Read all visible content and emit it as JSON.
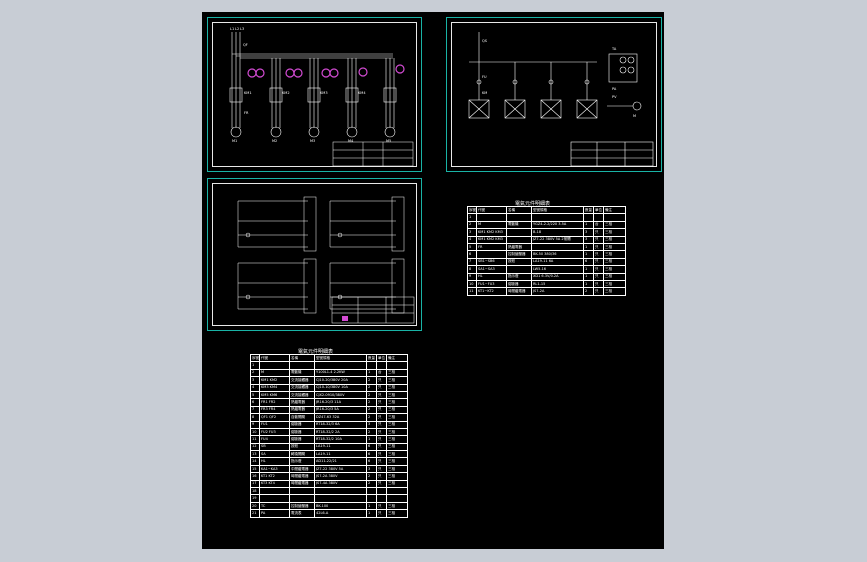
{
  "app": {
    "background": "#c8cdd5",
    "canvas_background": "#000000",
    "border_color": "#19b3a6"
  },
  "sheet1": {
    "labels": [
      "L1",
      "L2",
      "L3",
      "QF",
      "KM1",
      "KM2",
      "KM3",
      "KM4",
      "FR",
      "M1",
      "M2",
      "M3",
      "M4",
      "M5"
    ]
  },
  "sheet2": {
    "labels": [
      "QS",
      "FU",
      "KM",
      "TA",
      "PA",
      "PV",
      "M"
    ]
  },
  "table_right": {
    "title": "電氣元件明細表",
    "rows": [
      [
        "序號",
        "代號",
        "名稱",
        "型號規格",
        "數量",
        "單位",
        "備注"
      ],
      [
        "1",
        "",
        "",
        "",
        "",
        "",
        ""
      ],
      [
        "2",
        "M",
        "電動機",
        "YGZ4-2.2/220 3.5A",
        "1",
        "台",
        "三相"
      ],
      [
        "3",
        "KM1 KM2 KM3",
        "",
        "B-18",
        "3",
        "只",
        "三相"
      ],
      [
        "4",
        "KM1 KM2 KM3",
        "",
        "JZ7-22 380V 5A 2常開",
        "3",
        "只",
        "三相"
      ],
      [
        "5",
        "FR",
        "熱繼電器",
        "",
        "1",
        "只",
        "三相"
      ],
      [
        "6",
        "",
        "控制變壓器",
        "BK-50 380/36",
        "1",
        "只",
        "三相"
      ],
      [
        "7",
        "SB1~SB6",
        "按鈕",
        "LA19-11 6A",
        "6",
        "只",
        "三相"
      ],
      [
        "8",
        "SA1~SA3",
        "",
        "LW5-16",
        "1",
        "只",
        "三相"
      ],
      [
        "9",
        "HL",
        "指示燈",
        "XD1 6.3V/0.2A",
        "1",
        "只",
        "三相"
      ],
      [
        "10",
        "FU1~FU3",
        "熔斷器",
        "RL1-15",
        "1",
        "只",
        "三相"
      ],
      [
        "11",
        "KT1~KT2",
        "時間繼電器",
        "JS7-2A",
        "2",
        "只",
        "三相"
      ]
    ]
  },
  "table_bottom": {
    "title": "電氣元件明細表",
    "rows": [
      [
        "序號",
        "代號",
        "名稱",
        "型號規格",
        "數量",
        "單位",
        "備注"
      ],
      [
        "1",
        "",
        "",
        "",
        "",
        "",
        ""
      ],
      [
        "2",
        "M",
        "電動機",
        "Y100L1-4 2.2KW",
        "1",
        "台",
        "三相"
      ],
      [
        "3",
        "KM1 KM2",
        "交流接觸器",
        "CJ10-20/380V 20A",
        "2",
        "只",
        "三相"
      ],
      [
        "4",
        "KM3 KM4",
        "交流接觸器",
        "CJ10-10/380V 10A",
        "2",
        "只",
        "三相"
      ],
      [
        "5",
        "KM5 KM6",
        "交流接觸器",
        "CJX2-0910/380V",
        "2",
        "只",
        "三相"
      ],
      [
        "6",
        "FR1 FR2",
        "熱繼電器",
        "JR16-20/3 11A",
        "2",
        "只",
        "三相"
      ],
      [
        "7",
        "FR3 FR4",
        "熱繼電器",
        "JR16-20/3 5A",
        "2",
        "只",
        "三相"
      ],
      [
        "8",
        "QF1 QF2",
        "自動開關",
        "DZ47-63 32A",
        "2",
        "只",
        "三相"
      ],
      [
        "9",
        "FU1",
        "熔斷器",
        "RT18-32/3 6A",
        "3",
        "只",
        "三相"
      ],
      [
        "10",
        "FU2 FU3",
        "熔斷器",
        "RT18-32/2 2A",
        "2",
        "只",
        "三相"
      ],
      [
        "11",
        "FU4",
        "熔斷器",
        "RT18-32/2 10A",
        "1",
        "只",
        "三相"
      ],
      [
        "12",
        "SB",
        "按鈕",
        "LA19-11",
        "6",
        "只",
        "三相"
      ],
      [
        "13",
        "SA",
        "轉換開關",
        "LA19-11",
        "6",
        "只",
        "三相"
      ],
      [
        "14",
        "HL",
        "指示燈",
        "AD11-22/21",
        "6",
        "只",
        "三相"
      ],
      [
        "15",
        "KA1~KA3",
        "中間繼電器",
        "JZ7-22 380V 5A",
        "3",
        "只",
        "三相"
      ],
      [
        "16",
        "KT1 KT2",
        "時間繼電器",
        "JS7-2A 380V",
        "2",
        "只",
        "三相"
      ],
      [
        "17",
        "KT3 KT4",
        "時間繼電器",
        "JS7-4A 380V",
        "2",
        "只",
        "三相"
      ],
      [
        "18",
        "",
        "",
        "",
        "",
        "",
        ""
      ],
      [
        "19",
        "",
        "",
        "",
        "",
        "",
        ""
      ],
      [
        "20",
        "TC",
        "控制變壓器",
        "BK-100",
        "1",
        "只",
        "三相"
      ],
      [
        "21",
        "PA",
        "電流表",
        "42L6-A",
        "1",
        "只",
        "三相"
      ]
    ]
  }
}
